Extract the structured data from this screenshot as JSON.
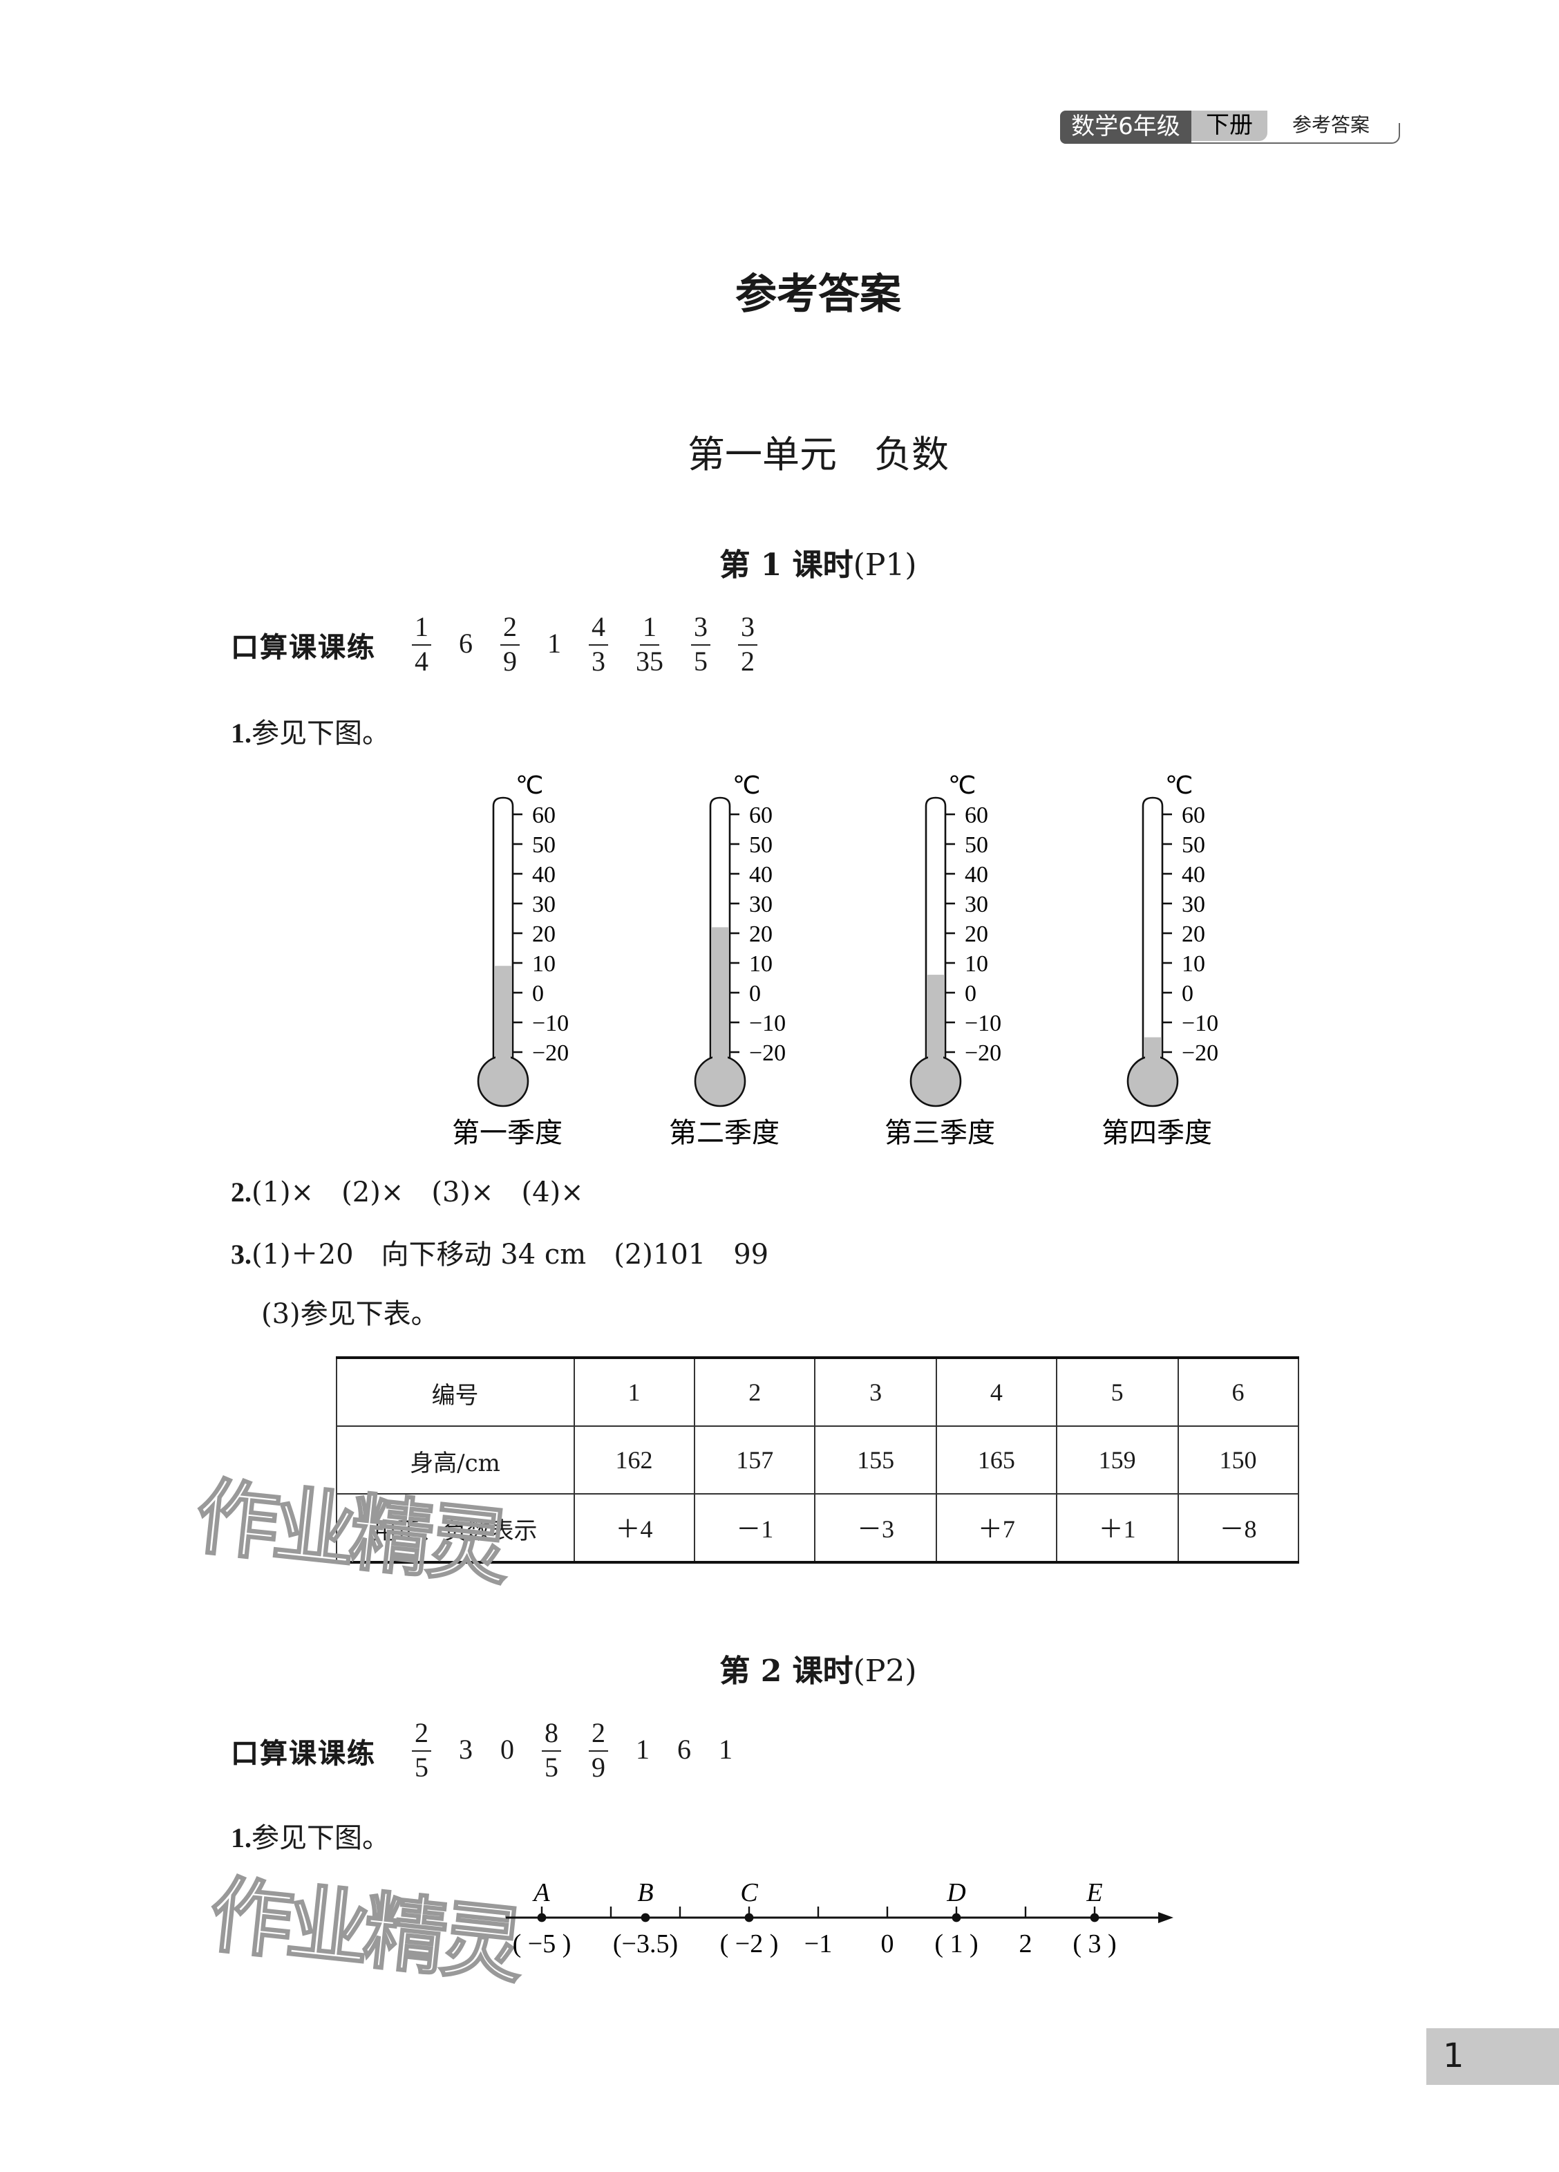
{
  "header": {
    "subject": "数学6年级",
    "volume": "下册",
    "section": "参考答案"
  },
  "title": "参考答案",
  "unit": "第一单元　负数",
  "lesson1": {
    "title_prefix": "第 1 课时",
    "title_suffix": "(P1)",
    "oral": {
      "label": "口算课课练",
      "items": [
        {
          "n": "1",
          "d": "4"
        },
        {
          "v": "6"
        },
        {
          "n": "2",
          "d": "9"
        },
        {
          "v": "1"
        },
        {
          "n": "4",
          "d": "3"
        },
        {
          "n": "1",
          "d": "35"
        },
        {
          "n": "3",
          "d": "5"
        },
        {
          "n": "3",
          "d": "2"
        }
      ]
    },
    "q1": {
      "num": "1.",
      "text": "参见下图。"
    },
    "thermometers": {
      "unit": "℃",
      "ticks": [
        "60",
        "50",
        "40",
        "30",
        "20",
        "10",
        "0",
        "−10",
        "−20"
      ],
      "fill_color": "#c0c0c0",
      "items": [
        {
          "label": "第一季度",
          "value": 9
        },
        {
          "label": "第二季度",
          "value": 22
        },
        {
          "label": "第三季度",
          "value": 6
        },
        {
          "label": "第四季度",
          "value": -15
        }
      ]
    },
    "q2": {
      "num": "2.",
      "text": "(1)×　(2)×　(3)×　(4)×"
    },
    "q3": {
      "num": "3.",
      "text": "(1)＋20　向下移动 34 cm　(2)101　99",
      "sub": "(3)参见下表。"
    },
    "table": {
      "rows": [
        [
          "编号",
          "1",
          "2",
          "3",
          "4",
          "5",
          "6"
        ],
        [
          "身高/cm",
          "162",
          "157",
          "155",
          "165",
          "159",
          "150"
        ],
        [
          "用正、负数表示",
          "＋4",
          "－1",
          "－3",
          "＋7",
          "＋1",
          "－8"
        ]
      ]
    }
  },
  "lesson2": {
    "title_prefix": "第 2 课时",
    "title_suffix": "(P2)",
    "oral": {
      "label": "口算课课练",
      "items": [
        {
          "n": "2",
          "d": "5"
        },
        {
          "v": "3"
        },
        {
          "v": "0"
        },
        {
          "n": "8",
          "d": "5"
        },
        {
          "n": "2",
          "d": "9"
        },
        {
          "v": "1"
        },
        {
          "v": "6"
        },
        {
          "v": "1"
        }
      ]
    },
    "q1": {
      "num": "1.",
      "text": "参见下图。"
    },
    "number_line": {
      "ticks": [
        -5,
        -4,
        -3,
        -2,
        -1,
        0,
        1,
        2,
        3
      ],
      "points": [
        {
          "name": "A",
          "value": -5
        },
        {
          "name": "B",
          "value": -3.5
        },
        {
          "name": "C",
          "value": -2
        },
        {
          "name": "D",
          "value": 1
        },
        {
          "name": "E",
          "value": 3
        }
      ],
      "labels": [
        {
          "at": -5,
          "text": "( −5 )"
        },
        {
          "at": -3.5,
          "text": "(−3.5)"
        },
        {
          "at": -2,
          "text": "( −2 )"
        },
        {
          "at": -1,
          "text": "−1"
        },
        {
          "at": 0,
          "text": "0"
        },
        {
          "at": 1,
          "text": "(  1  )"
        },
        {
          "at": 2,
          "text": "2"
        },
        {
          "at": 3,
          "text": "(  3  )"
        }
      ]
    }
  },
  "watermark": "作业精灵",
  "page_number": "1"
}
